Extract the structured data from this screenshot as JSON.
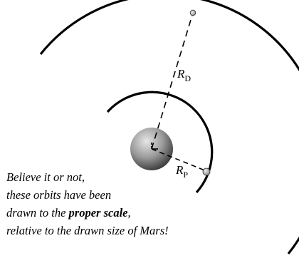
{
  "labels": {
    "deimos_radius_symbol": "R",
    "deimos_radius_subscript": "D",
    "phobos_radius_symbol": "R",
    "phobos_radius_subscript": "P"
  },
  "caption": {
    "line1": "Believe it or not,",
    "line2": "these orbits have been",
    "line3_prefix": "drawn to the ",
    "line3_bold": "proper scale",
    "line3_suffix": ",",
    "line4": "relative to the drawn size of Mars!"
  },
  "colors": {
    "orbit": "#000000",
    "planet_light": "#e0e0e0",
    "planet_dark": "#4a4a4a",
    "moon": "#bdbdbd"
  }
}
